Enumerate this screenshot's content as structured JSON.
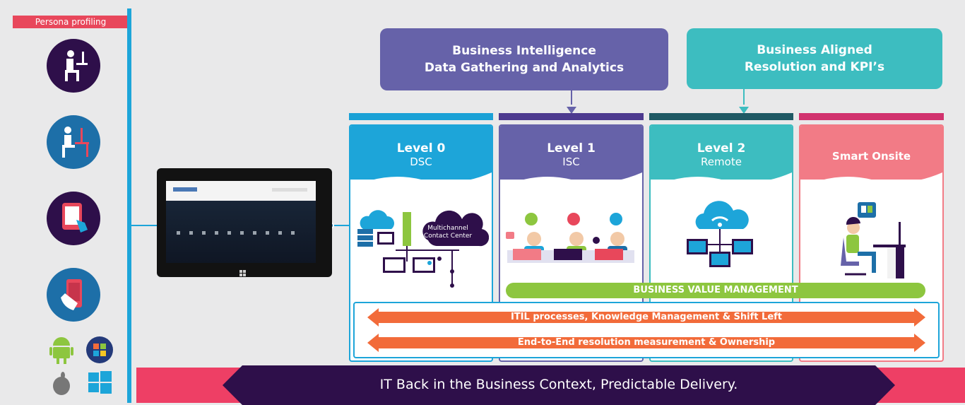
{
  "persona": {
    "tag": "Persona profiling"
  },
  "top_boxes": [
    {
      "line1": "Business Intelligence",
      "line2": "Data Gathering and Analytics",
      "color": "#6662a9"
    },
    {
      "line1": "Business Aligned",
      "line2": "Resolution and KPI’s",
      "color": "#3dbdc0"
    }
  ],
  "columns": [
    {
      "title": "Level 0",
      "subtitle": "DSC",
      "color": "#1da5d9",
      "stripe": "#1aa1d6"
    },
    {
      "title": "Level 1",
      "subtitle": "ISC",
      "color": "#6662a9",
      "stripe": "#4d3a8f"
    },
    {
      "title": "Level 2",
      "subtitle": "Remote",
      "color": "#3dbdc0",
      "stripe": "#1f5964"
    },
    {
      "title": "Smart Onsite",
      "subtitle": "",
      "color": "#f27b86",
      "stripe": "#d1326e"
    }
  ],
  "cloud_label": "Multichannel Contact Center",
  "bvm_label": "BUSINESS VALUE MANAGEMENT",
  "arrows": [
    "ITIL processes, Knowledge Management & Shift Left",
    "End-to-End resolution measurement & Ownership"
  ],
  "banner": "IT Back in the Business Context, Predictable Delivery."
}
